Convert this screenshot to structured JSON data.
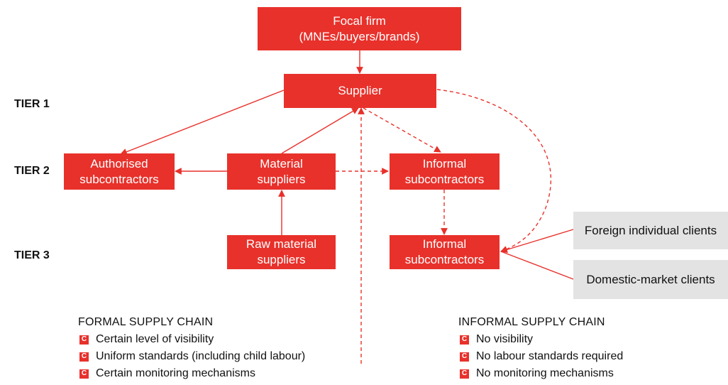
{
  "diagram": {
    "nodes": {
      "focal_firm": {
        "line1": "Focal firm",
        "line2": "(MNEs/buyers/brands)"
      },
      "supplier": {
        "line1": "Supplier"
      },
      "authorised_subcontractors": {
        "line1": "Authorised",
        "line2": "subcontractors"
      },
      "material_suppliers": {
        "line1": "Material",
        "line2": "suppliers"
      },
      "informal_subcontractors_t2": {
        "line1": "Informal",
        "line2": "subcontractors"
      },
      "raw_material_suppliers": {
        "line1": "Raw material",
        "line2": "suppliers"
      },
      "informal_subcontractors_t3": {
        "line1": "Informal",
        "line2": "subcontractors"
      },
      "foreign_clients": {
        "line1": "Foreign individual clients"
      },
      "domestic_clients": {
        "line1": "Domestic-market clients"
      }
    },
    "tiers": [
      "TIER 1",
      "TIER 2",
      "TIER 3"
    ],
    "colors": {
      "accent": "#e8312b",
      "client_box": "#e3e3e3"
    }
  },
  "legend": {
    "formal": {
      "heading": "FORMAL SUPPLY CHAIN",
      "items": [
        "Certain level of visibility",
        "Uniform standards (including child labour)",
        "Certain monitoring mechanisms"
      ]
    },
    "informal": {
      "heading": "INFORMAL SUPPLY CHAIN",
      "items": [
        "No visibility",
        "No labour standards required",
        "No monitoring mechanisms"
      ]
    },
    "bullet_icon": "C"
  }
}
